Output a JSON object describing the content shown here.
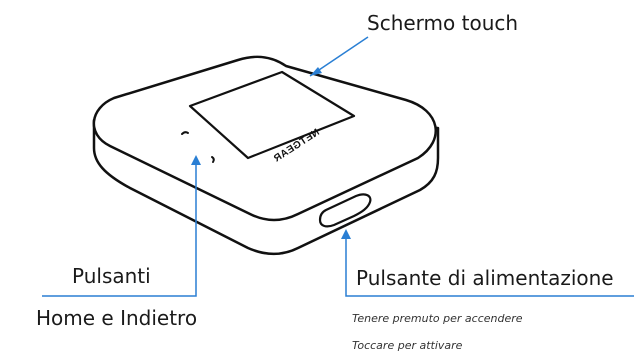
{
  "labels": {
    "touchscreen": "Schermo touch",
    "buttons_line1": "Pulsanti",
    "buttons_line2": "Home e Indietro",
    "power": "Pulsante di alimentazione",
    "power_note1": "Tenere premuto per accendere",
    "power_note2": "Toccare per attivare"
  },
  "device": {
    "brand": "NETGEAR"
  },
  "colors": {
    "callout_line": "#2a7fd4",
    "outline": "#111111",
    "text": "#1a1a1a"
  },
  "icons": {
    "home": "home-icon",
    "back": "back-icon"
  }
}
